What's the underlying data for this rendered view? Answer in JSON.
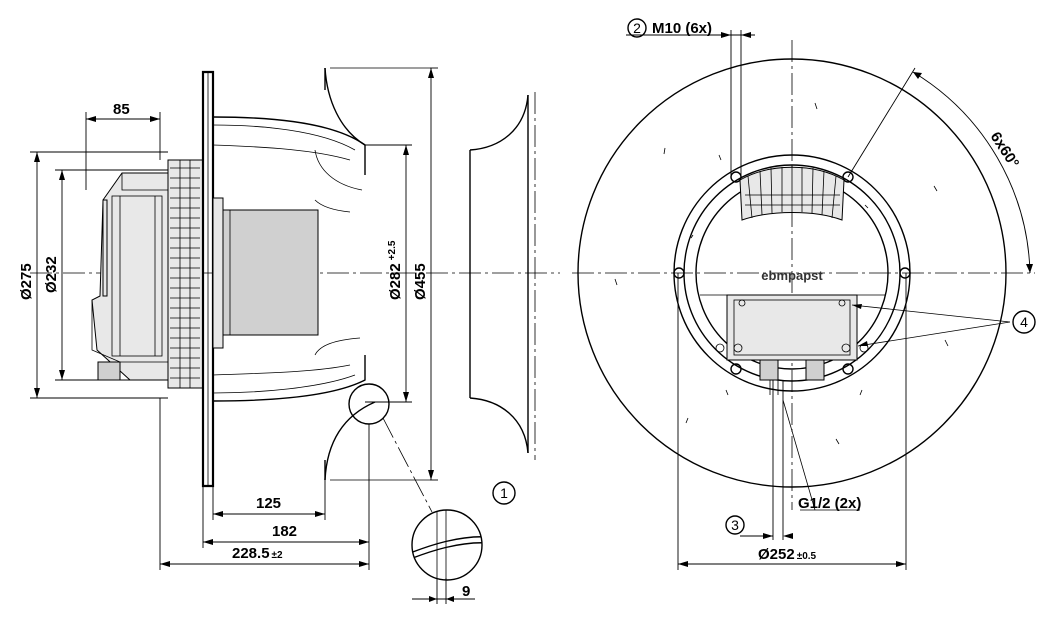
{
  "side_view": {
    "dim_85": "85",
    "dim_275": "Ø275",
    "dim_232": "Ø232",
    "dim_282": "Ø282",
    "dim_282_tol": "+2.5",
    "dim_455": "Ø455",
    "dim_125": "125",
    "dim_182": "182",
    "dim_228": "228.5",
    "dim_228_tol": "±2",
    "dim_9": "9",
    "callout_1": "1"
  },
  "front_view": {
    "callout_2": "2",
    "m10_label": "M10 (6x)",
    "angle_label": "6x60°",
    "callout_4": "4",
    "g12_label": "G1/2 (2x)",
    "callout_3": "3",
    "dim_252": "Ø252",
    "dim_252_tol": "±0.5",
    "brand": "ebmpapst"
  }
}
